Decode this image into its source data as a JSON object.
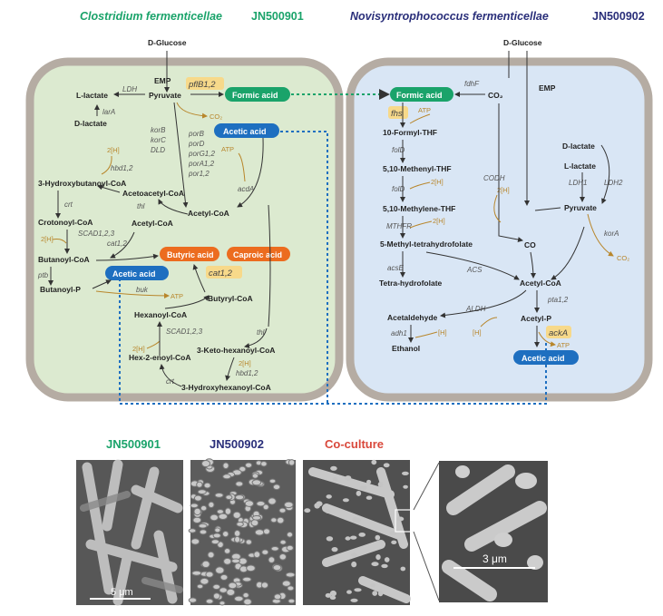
{
  "headers": {
    "left_species": "Clostridium fermenticellae",
    "left_strain": "JN500901",
    "right_species": "Novisyntrophococcus fermenticellae",
    "right_strain": "JN500902"
  },
  "left_cell": {
    "glucose": "D-Glucose",
    "emp": "EMP",
    "l_lactate": "L-lactate",
    "ldh": "LDH",
    "pyruvate": "Pyruvate",
    "pflb": "pflB1,2",
    "formic_acid": "Formic acid",
    "lara": "larA",
    "d_lactate": "D-lactate",
    "co2": "CO₂",
    "acetic_acid_top": "Acetic acid",
    "korb": "korB",
    "korc": "korC",
    "dld": "DLD",
    "porb": "porB",
    "pord": "porD",
    "porg": "porG1,2",
    "pora": "porA1,2",
    "por1": "por1,2",
    "atp_top": "ATP",
    "acda": "acdA",
    "h2_1": "2[H]",
    "hbd_1": "hbd1,2",
    "hydroxybutanoyl": "3-Hydroxybutanoyl-CoA",
    "acetoacetyl": "Acetoacetyl-CoA",
    "crt_1": "crt",
    "thl_1": "thl",
    "acetyl_coa": "Acetyl-CoA",
    "acetyl_coa_mid": "Acetyl-CoA",
    "crotonoyl": "Crotonoyl-CoA",
    "h2_2": "2[H]",
    "scad_1": "SCAD1,2,3",
    "cat_small": "cat1,2",
    "butyric_acid": "Butyric acid",
    "caproic_acid": "Caproic acid",
    "butanoyl_coa": "Butanoyl-CoA",
    "cat_big": "cat1,2",
    "ptb": "ptb",
    "acetic_acid_mid": "Acetic acid",
    "butanoyl_p": "Butanoyl-P",
    "buk": "buk",
    "atp_mid": "ATP",
    "butyryl_coa": "Butyryl-CoA",
    "hexanoyl_coa": "Hexanoyl-CoA",
    "scad_2": "SCAD1,2,3",
    "thl_2": "thl",
    "h2_3": "2[H]",
    "hex_enoyl": "Hex-2-enoyl-CoA",
    "keto_hexanoyl": "3-Keto-hexanoyl-CoA",
    "hbd_2": "hbd1,2",
    "h2_4": "2[H]",
    "crt_2": "crt",
    "hydroxyhexanoyl": "3-Hydroxyhexanoyl-CoA"
  },
  "right_cell": {
    "glucose": "D-Glucose",
    "emp": "EMP",
    "formic_acid": "Formic acid",
    "fdhf": "fdhF",
    "co2_top": "CO₂",
    "fhs": "fhs",
    "atp_1": "ATP",
    "formyl_thf": "10-Formyl-THF",
    "fold_1": "folD",
    "methenyl_thf": "5,10-Methenyl-THF",
    "fold_2": "folD",
    "h2_1": "2[H]",
    "codh": "CODH",
    "h2_2": "2[H]",
    "methylene_thf": "5,10-Methylene-THF",
    "mthfr": "MTHFR",
    "h2_3": "2[H]",
    "methyl_thf": "5-Methyl-tetrahydrofolate",
    "co": "CO",
    "acse": "acsE",
    "acs": "ACS",
    "tetrahydrofolate": "Tetra-hydrofolate",
    "acetyl_coa": "Acetyl-CoA",
    "d_lactate": "D-lactate",
    "l_lactate": "L-lactate",
    "ldh1": "LDH1",
    "ldh2": "LDH2",
    "pyruvate": "Pyruvate",
    "kora": "korA",
    "co2_right": "CO₂",
    "aldh": "ALDH",
    "acetaldehyde": "Acetaldehyde",
    "adh1": "adh1",
    "h_1": "[H]",
    "h_2": "[H]",
    "ethanol": "Ethanol",
    "pta": "pta1,2",
    "acetyl_p": "Acetyl-P",
    "acka": "ackA",
    "atp_2": "ATP",
    "acetic_acid": "Acetic acid"
  },
  "micrographs": {
    "label_1": "JN500901",
    "label_2": "JN500902",
    "label_3": "Co-culture",
    "scale_1": "5 μm",
    "scale_2": "3 μm"
  },
  "colors": {
    "left_fill": "#dcead0",
    "right_fill": "#d9e6f5",
    "membrane": "#b5aca3",
    "green": "#1aa36a",
    "blue": "#1e6fc0",
    "orange": "#ec6c1f",
    "navy": "#2a2f7a",
    "red": "#d9483b"
  }
}
